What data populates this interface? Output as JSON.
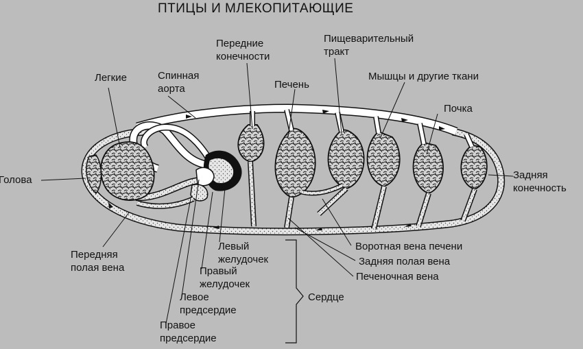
{
  "title": "ПТИЦЫ И  МЛЕКОПИТАЮЩИЕ",
  "labels": {
    "head": "Голова",
    "lungs": "Легкие",
    "dorsal_aorta": [
      "Спинная",
      "аорта"
    ],
    "forelimbs": [
      "Передние",
      "конечности"
    ],
    "liver": "Печень",
    "digestive_tract": [
      "Пищеварительный",
      "тракт"
    ],
    "muscles": "Мышцы и другие ткани",
    "kidney": "Почка",
    "hindlimb": [
      "Задняя",
      "конечность"
    ],
    "anterior_vena_cava": [
      "Передняя",
      "полая вена"
    ],
    "left_ventricle": [
      "Левый",
      "желудочек"
    ],
    "right_ventricle": [
      "Правый",
      "желудочек"
    ],
    "left_atrium": [
      "Левое",
      "предсердие"
    ],
    "right_atrium": [
      "Правое",
      "предсердие"
    ],
    "hepatic_portal_vein": "Воротная вена печени",
    "posterior_vena_cava": "Задняя полая вена",
    "hepatic_vein": "Печеночная вена",
    "heart": "Сердце"
  }
}
